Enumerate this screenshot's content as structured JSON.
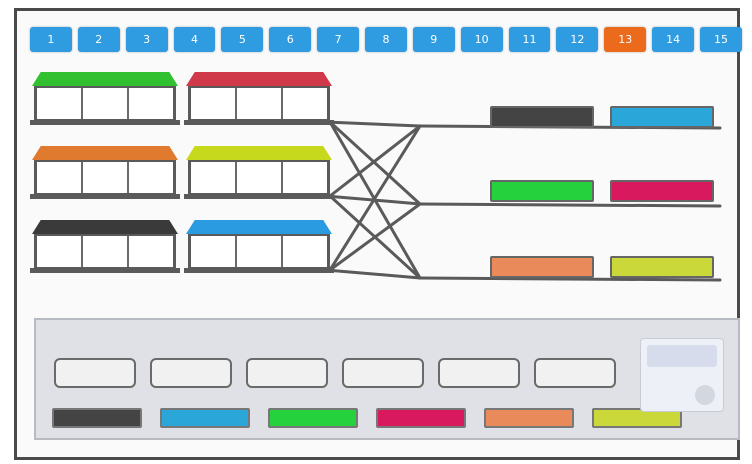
{
  "levels": {
    "active_index": 12,
    "buttons": [
      "1",
      "2",
      "3",
      "4",
      "5",
      "6",
      "7",
      "8",
      "9",
      "10",
      "11",
      "12",
      "13",
      "14",
      "15"
    ]
  },
  "stations": [
    {
      "name": "station-green-roof",
      "color": "#30c030"
    },
    {
      "name": "station-red-roof",
      "color": "#d0394a"
    },
    {
      "name": "station-orange-roof",
      "color": "#e07a2e"
    },
    {
      "name": "station-yellow-roof",
      "color": "#c7d91c"
    },
    {
      "name": "station-black-roof",
      "color": "#3a3a3a"
    },
    {
      "name": "station-blue-roof",
      "color": "#2a9be0"
    }
  ],
  "cars": [
    {
      "name": "car-dark",
      "color": "#444444"
    },
    {
      "name": "car-cyan",
      "color": "#2ba6d9"
    },
    {
      "name": "car-green",
      "color": "#25d13c"
    },
    {
      "name": "car-magenta",
      "color": "#d8195d"
    },
    {
      "name": "car-salmon",
      "color": "#e88a5a"
    },
    {
      "name": "car-lime",
      "color": "#cbd83a"
    }
  ],
  "panel": {
    "slot_labels": [
      "",
      "",
      "",
      "",
      "",
      ""
    ],
    "chips": [
      {
        "name": "chip-dark",
        "color": "#444444"
      },
      {
        "name": "chip-cyan",
        "color": "#2ba6d9"
      },
      {
        "name": "chip-green",
        "color": "#25d13c"
      },
      {
        "name": "chip-magenta",
        "color": "#d8195d"
      },
      {
        "name": "chip-salmon",
        "color": "#e88a5a"
      },
      {
        "name": "chip-lime",
        "color": "#cbd83a"
      }
    ]
  }
}
